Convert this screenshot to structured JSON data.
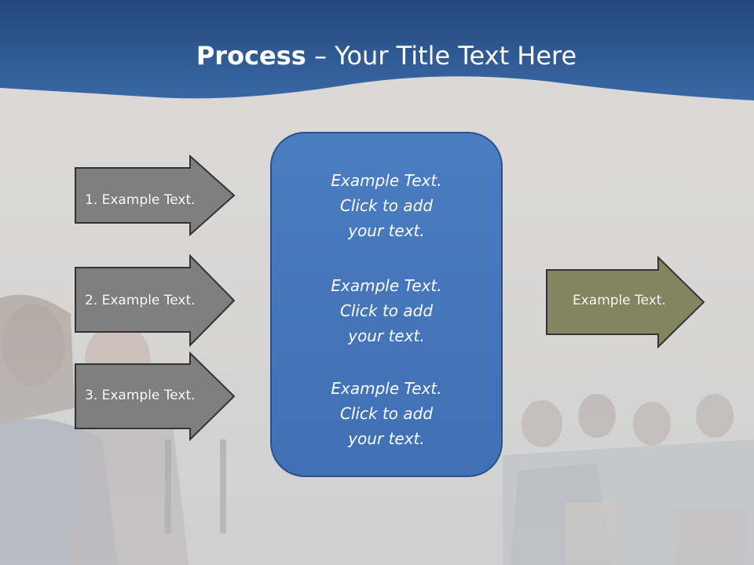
{
  "title": {
    "bold": "Process",
    "rest": " – Your Title Text Here"
  },
  "left_arrows": [
    {
      "label": "1. Example Text."
    },
    {
      "label": "2. Example Text."
    },
    {
      "label": "3. Example Text."
    }
  ],
  "center_box": {
    "items": [
      {
        "lines": [
          "Example Text.",
          "Click  to add",
          "your text."
        ]
      },
      {
        "lines": [
          "Example Text.",
          "Click  to add",
          "your text."
        ]
      },
      {
        "lines": [
          "Example Text.",
          "Click  to add",
          "your text."
        ]
      }
    ]
  },
  "right_arrow": {
    "label": "Example Text."
  },
  "colors": {
    "header_blue": "#2f5a93",
    "box_blue": "#4475bb",
    "gray_arrow": "#7f7f7f",
    "olive_arrow": "#858460"
  }
}
